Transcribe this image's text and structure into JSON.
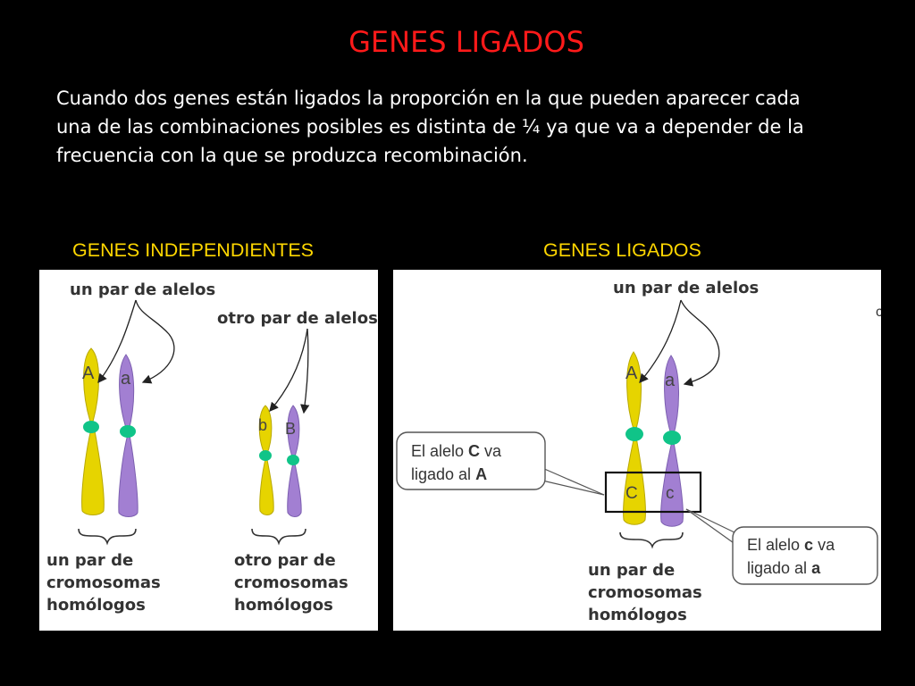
{
  "title": "GENES LIGADOS",
  "intro_lines": [
    "Cuando dos genes están ligados la proporción en la que pueden aparecer cada",
    "una de las combinaciones posibles es distinta de ¼ ya que va a depender de la",
    "frecuencia con la que se produzca recombinación."
  ],
  "colors": {
    "title": "#ff1a1a",
    "heading": "#ffd700",
    "chromosome_yellow": "#e6d400",
    "chromosome_purple": "#a27fd2",
    "centromere": "#10c488"
  },
  "left_panel": {
    "heading": "GENES INDEPENDIENTES",
    "label_pair": "un par de alelos",
    "label_other_pair": "otro par de alelos",
    "allele_A": "A",
    "allele_a": "a",
    "allele_b": "b",
    "allele_B": "B",
    "caption1": [
      "un par de",
      "cromosomas",
      "homólogos"
    ],
    "caption2": [
      "otro par de",
      "cromosomas",
      "homólogos"
    ]
  },
  "right_panel": {
    "heading": "GENES LIGADOS",
    "label_pair": "un par de alelos",
    "allele_A": "A",
    "allele_a": "a",
    "allele_C": "C",
    "allele_c": "c",
    "callout_C": {
      "prefix": "El alelo ",
      "gene": "C",
      "mid": " va",
      "line2": "ligado al ",
      "target": "A"
    },
    "callout_c": {
      "prefix": "El alelo ",
      "gene": "c",
      "mid": " va",
      "line2": "ligado al ",
      "target": "a"
    },
    "caption": [
      "un par de",
      "cromosomas",
      "homólogos"
    ],
    "edge_mark": "c"
  }
}
